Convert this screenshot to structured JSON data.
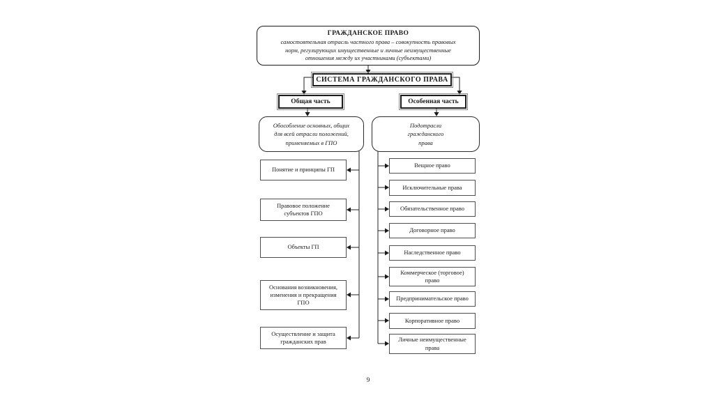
{
  "root_box": {
    "title": "ГРАЖДАНСКОЕ ПРАВО",
    "description": "самостоятельная отрасль частного права – совокупность правовых норм, регулирующих имущественные и личные неимущественные отношения между их участниками (субъектами)"
  },
  "system_box": {
    "label": "СИСТЕМА ГРАЖДАНСКОГО ПРАВА"
  },
  "general_part": {
    "label": "Общая часть",
    "note": "Обособление основных, общих для всей отрасли положений, применяемых в ГПО",
    "items": [
      "Понятие и принципы ГП",
      "Правовое положение субъектов ГПО",
      "Объекты ГП",
      "Основания возникновения, изменения и прекращения ГПО",
      "Осуществление и защита гражданских прав"
    ]
  },
  "special_part": {
    "label": "Особенная часть",
    "note": "Подотрасли гражданского права",
    "items": [
      "Вещное право",
      "Исключительные права",
      "Обязательственное право",
      "Договорное право",
      "Наследственное право",
      "Коммерческое (торговое) право",
      "Предпринимательское право",
      "Корпоративное право",
      "Личные неимущественные права"
    ]
  },
  "page": {
    "number": "9"
  }
}
